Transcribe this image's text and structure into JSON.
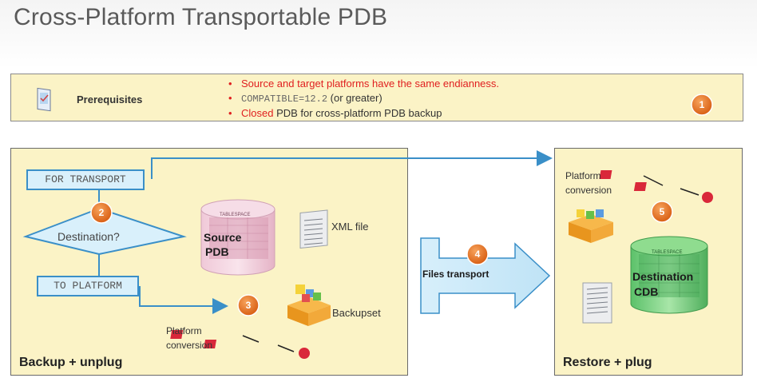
{
  "title": "Cross-Platform Transportable PDB",
  "prerequisites": {
    "label": "Prerequisites",
    "bullet1": "Source and target platforms have the same endianness.",
    "bullet2_code": "COMPATIBLE=12.2",
    "bullet2_rest": " (or greater)",
    "bullet3_red": "Closed",
    "bullet3_rest": " PDB for cross-platform PDB backup",
    "step": "1"
  },
  "left_panel": {
    "title": "Backup + unplug",
    "for_transport": "FOR TRANSPORT",
    "destination": "Destination?",
    "to_platform": "TO PLATFORM",
    "source_pdb_line1": "Source",
    "source_pdb_line2": "PDB",
    "xml_file": "XML file",
    "backupset": "Backupset",
    "platform_conversion_line1": "Platform",
    "platform_conversion_line2": "conversion",
    "step2": "2",
    "step3": "3",
    "tablespace": "TABLESPACE"
  },
  "transport": {
    "label": "Files transport",
    "step": "4"
  },
  "right_panel": {
    "title": "Restore + plug",
    "platform_conversion_line1": "Platform",
    "platform_conversion_line2": "conversion",
    "destination_line1": "Destination",
    "destination_line2": "CDB",
    "step": "5",
    "tablespace": "TABLESPACE"
  },
  "colors": {
    "panel_bg": "#fbf3c6",
    "step_orange": "#e8711c",
    "flow_blue": "#3a8fc8",
    "bullet_red": "#e02020"
  }
}
